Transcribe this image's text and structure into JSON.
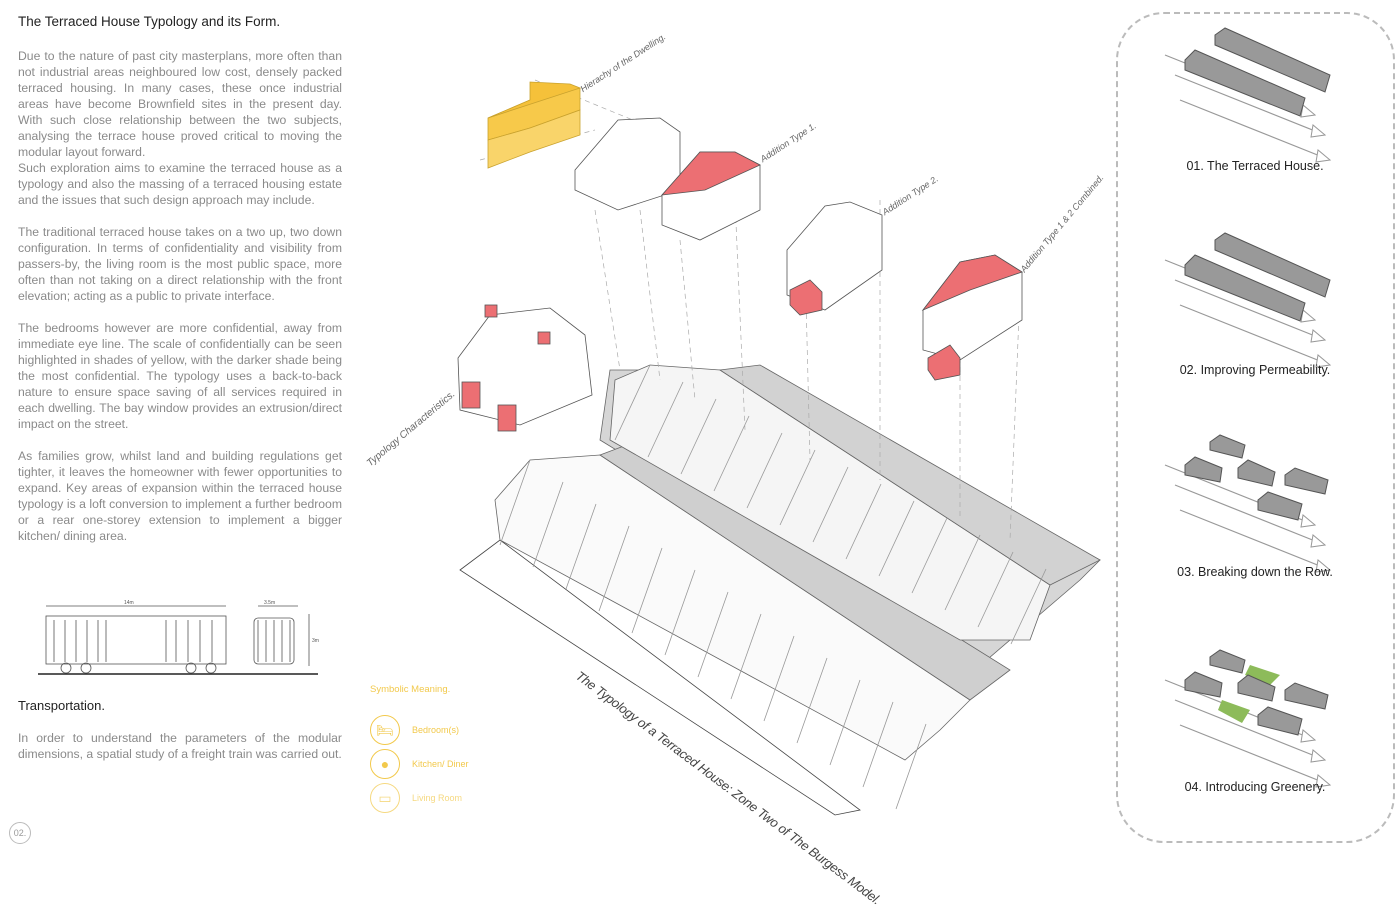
{
  "left": {
    "title": "The Terraced House Typology and its Form.",
    "paragraphs": [
      "Due to the nature of past city masterplans, more often than not industrial areas neighboured low cost, densely packed terraced housing. In many cases, these once industrial areas have become Brownfield sites in the present day. With such close relationship between the two subjects, analysing the terrace house proved critical to moving the modular layout forward.",
      "Such exploration aims to examine the terraced house as a typology and also the massing of a terraced housing estate and the issues that such design approach may include.",
      "The traditional terraced house takes on a two up, two down configuration. In terms of confidentiality and visibility from passers-by, the living room is the most public space, more often than not taking on a direct relationship with the front elevation; acting as a public to private interface.",
      "The bedrooms however are more confidential, away from immediate eye line. The scale of confidentially can be seen highlighted in shades of yellow, with the darker shade being the most confidential. The typology uses a back-to-back nature to ensure space saving of all services required in each dwelling. The bay window provides an extrusion/direct impact on the street.",
      "As families grow, whilst land and building regulations get tighter, it leaves the homeowner with fewer opportunities to expand. Key areas of expansion within the terraced house typology is a loft conversion to implement a further bedroom or a rear one-storey extension to implement a bigger kitchen/ dining area."
    ],
    "transport_title": "Transportation.",
    "transport_text": "In order to understand the parameters of the modular dimensions, a spatial study of a freight train was carried out.",
    "train_dims": {
      "length": "14m",
      "width": "3.5m",
      "height": "3m"
    },
    "page_number": "02."
  },
  "diagram": {
    "labels": {
      "hierarchy": "Hierachy of the Dwelling.",
      "addition1": "Addition Type 1.",
      "addition2": "Addition Type 2.",
      "combined": "Addition Type 1 & 2 Combined.",
      "typology": "Typology Characteristics."
    },
    "caption": "The Typology of a Terraced House: Zone Two of The Burgess Model.",
    "colors": {
      "yellow": "#f7c94a",
      "red": "#ec6f73",
      "grey": "#c9c9c9"
    }
  },
  "legend": {
    "title": "Symbolic Meaning.",
    "items": [
      {
        "icon": "bed-icon",
        "label": "Bedroom(s)"
      },
      {
        "icon": "plate-cutlery-icon",
        "label": "Kitchen/ Diner"
      },
      {
        "icon": "sofa-icon",
        "label": "Living Room"
      }
    ]
  },
  "steps": [
    {
      "label": "01. The Terraced House."
    },
    {
      "label": "02. Improving Permeability."
    },
    {
      "label": "03.  Breaking down the Row."
    },
    {
      "label": "04. Introducing Greenery."
    }
  ]
}
